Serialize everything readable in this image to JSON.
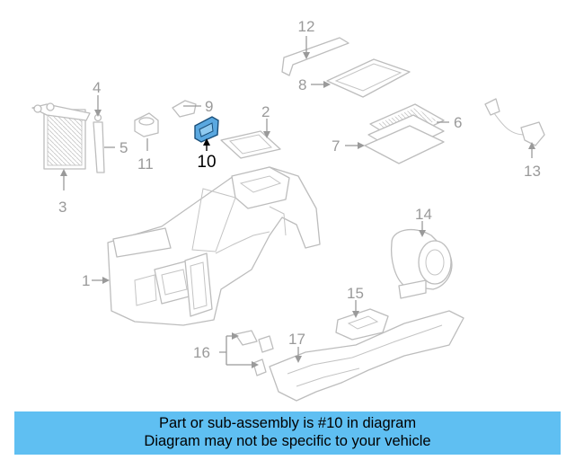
{
  "callouts": {
    "c1": "1",
    "c2": "2",
    "c3": "3",
    "c4": "4",
    "c5": "5",
    "c6": "6",
    "c7": "7",
    "c8": "8",
    "c9": "9",
    "c10": "10",
    "c11": "11",
    "c12": "12",
    "c13": "13",
    "c14": "14",
    "c15": "15",
    "c16": "16",
    "c17": "17"
  },
  "highlight": {
    "part": "10",
    "color": "#5aa8e0"
  },
  "banner": {
    "line1": "Part or sub-assembly is #10 in diagram",
    "line2": "Diagram may not be specific to your vehicle",
    "color": "#5fbff2"
  }
}
